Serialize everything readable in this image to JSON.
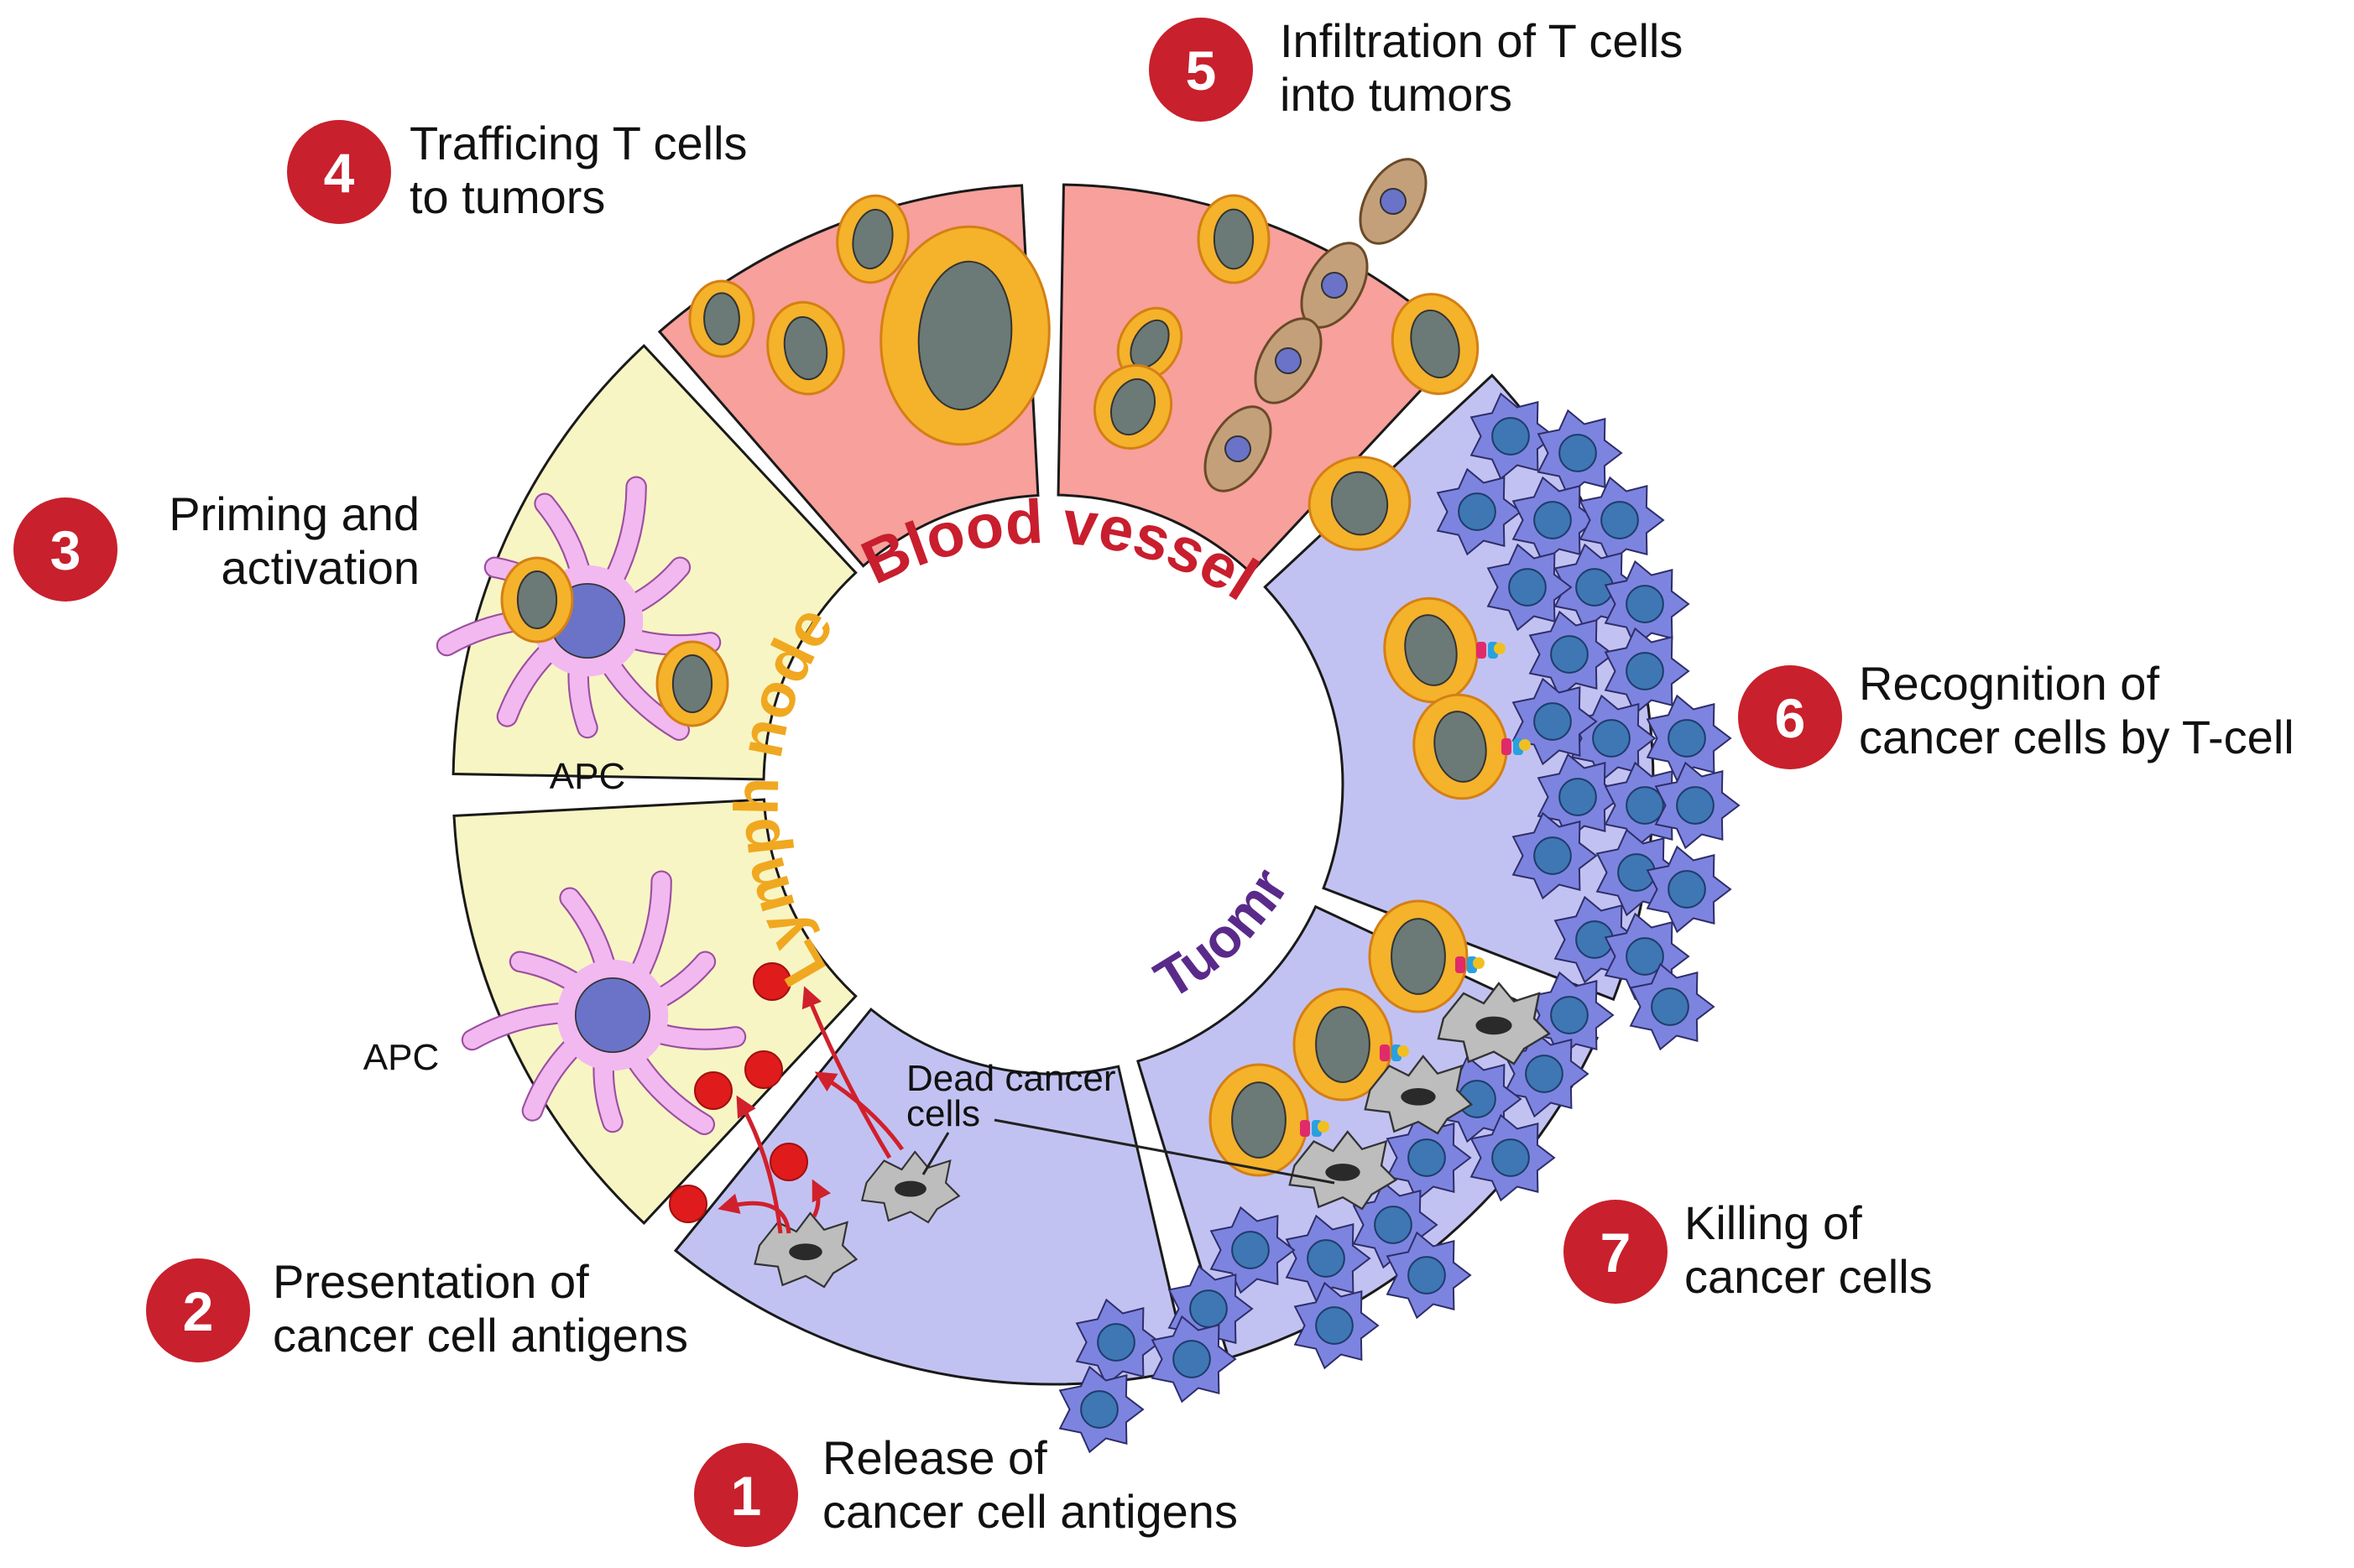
{
  "colors": {
    "badge": "#c8202c",
    "blood": "#f7a09c",
    "lymph": "#f8f5c4",
    "tumor": "#c2c2f2",
    "t_cell_ring": "#f5b22b",
    "t_cell_nucleus": "#6b7a76",
    "apc_body": "#f2b8f0",
    "cancer_cell": "#7d84e0",
    "cancer_nucleus": "#3f77b5",
    "dead_cell": "#bdbdbd",
    "antigen": "#e01b1b",
    "blood_label": "#c81e2e",
    "lymph_label": "#f0a820",
    "tumor_label": "#5a2a8a"
  },
  "ring_labels": {
    "blood_vessel": "Blood vessel",
    "lymph_node": "Lymph node",
    "tumor": "Tuomr"
  },
  "inline_labels": {
    "apc_top": "APC",
    "apc_bottom": "APC",
    "dead_cells_line1": "Dead cancer",
    "dead_cells_line2": "cells"
  },
  "steps": [
    {
      "number": "1",
      "line1": "Release of",
      "line2": "cancer cell antigens"
    },
    {
      "number": "2",
      "line1": "Presentation of",
      "line2": "cancer cell antigens"
    },
    {
      "number": "3",
      "line1": "Priming and",
      "line2": "activation"
    },
    {
      "number": "4",
      "line1": "Trafficing T cells",
      "line2": "to tumors"
    },
    {
      "number": "5",
      "line1": "Infiltration of T cells",
      "line2": "into tumors"
    },
    {
      "number": "6",
      "line1": "Recognition of",
      "line2": "cancer cells by T-cell"
    },
    {
      "number": "7",
      "line1": "Killing of",
      "line2": "cancer cells"
    }
  ]
}
